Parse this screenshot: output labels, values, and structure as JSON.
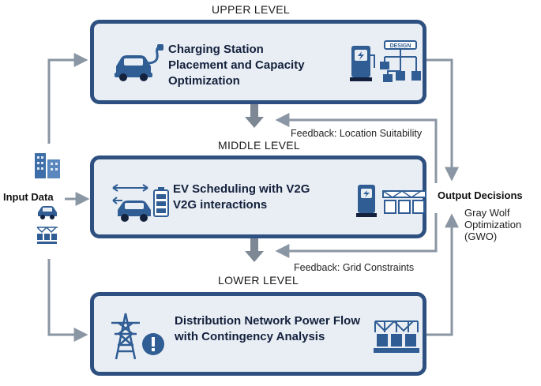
{
  "levels": {
    "upper": {
      "label": "UPPER LEVEL",
      "title": "Charging Station\nPlacement and Capacity\nOptimization",
      "sign_text": "DESIGN"
    },
    "middle": {
      "label": "MIDDLE LEVEL",
      "title": "EV Scheduling with V2G\nV2G interactions"
    },
    "lower": {
      "label": "LOWER LEVEL",
      "title": "Distribution Network Power Flow\nwith Contingency Analysis"
    }
  },
  "input": {
    "label": "Input Data"
  },
  "output": {
    "label": "Output Decisions",
    "method": "Gray Wolf\nOptimization\n(GWO)"
  },
  "feedback": {
    "location": "Feedback: Location Suitability",
    "grid": "Feedback: Grid Constraints"
  },
  "colors": {
    "box_border": "#2d5080",
    "box_fill": "#e9eef4",
    "icon_blue": "#2f5d94",
    "arrow_gray": "#8a96a3"
  },
  "icons": [
    "car-charging-icon",
    "charging-station-icon",
    "network-hierarchy-icon",
    "bidirectional-arrows-icon",
    "battery-icon",
    "ev-charger-icon",
    "battery-rack-icon",
    "transmission-tower-icon",
    "warning-icon",
    "substation-icon",
    "buildings-icon",
    "car-icon",
    "grid-icon"
  ]
}
